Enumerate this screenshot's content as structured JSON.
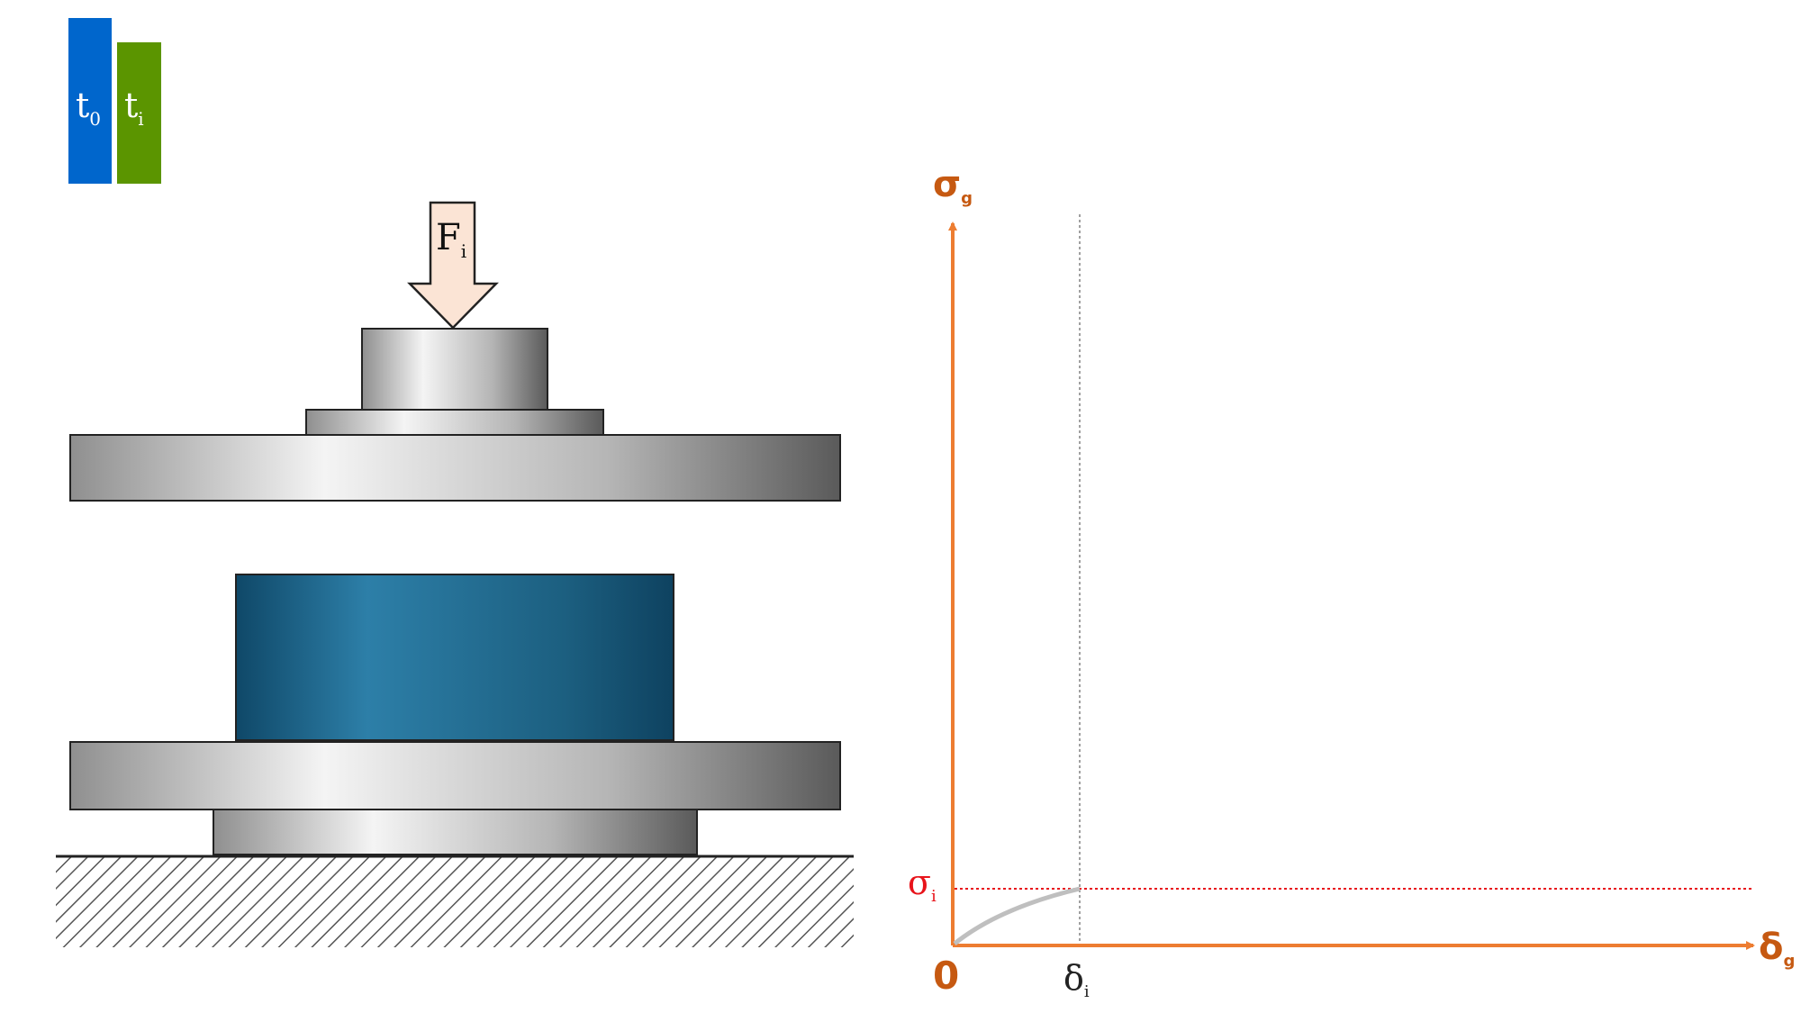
{
  "legend": {
    "t0": {
      "base": "t",
      "sub": "0",
      "color": "#0066cc"
    },
    "ti": {
      "base": "t",
      "sub": "i",
      "color": "#5b9500"
    }
  },
  "force": {
    "base": "F",
    "sub": "i",
    "fill": "#fbe4d5"
  },
  "specimen": {
    "color": "#1f6a8f"
  },
  "graph": {
    "axis_color": "#ed7d31",
    "y_label": {
      "base": "σ",
      "sub": "g"
    },
    "x_label": {
      "base": "δ",
      "sub": "g"
    },
    "origin": "0",
    "sigma_i": {
      "base": "σ",
      "sub": "i",
      "color": "#e8141b"
    },
    "delta_i": {
      "base": "δ",
      "sub": "i"
    },
    "curve_color": "#bfbfbf"
  }
}
